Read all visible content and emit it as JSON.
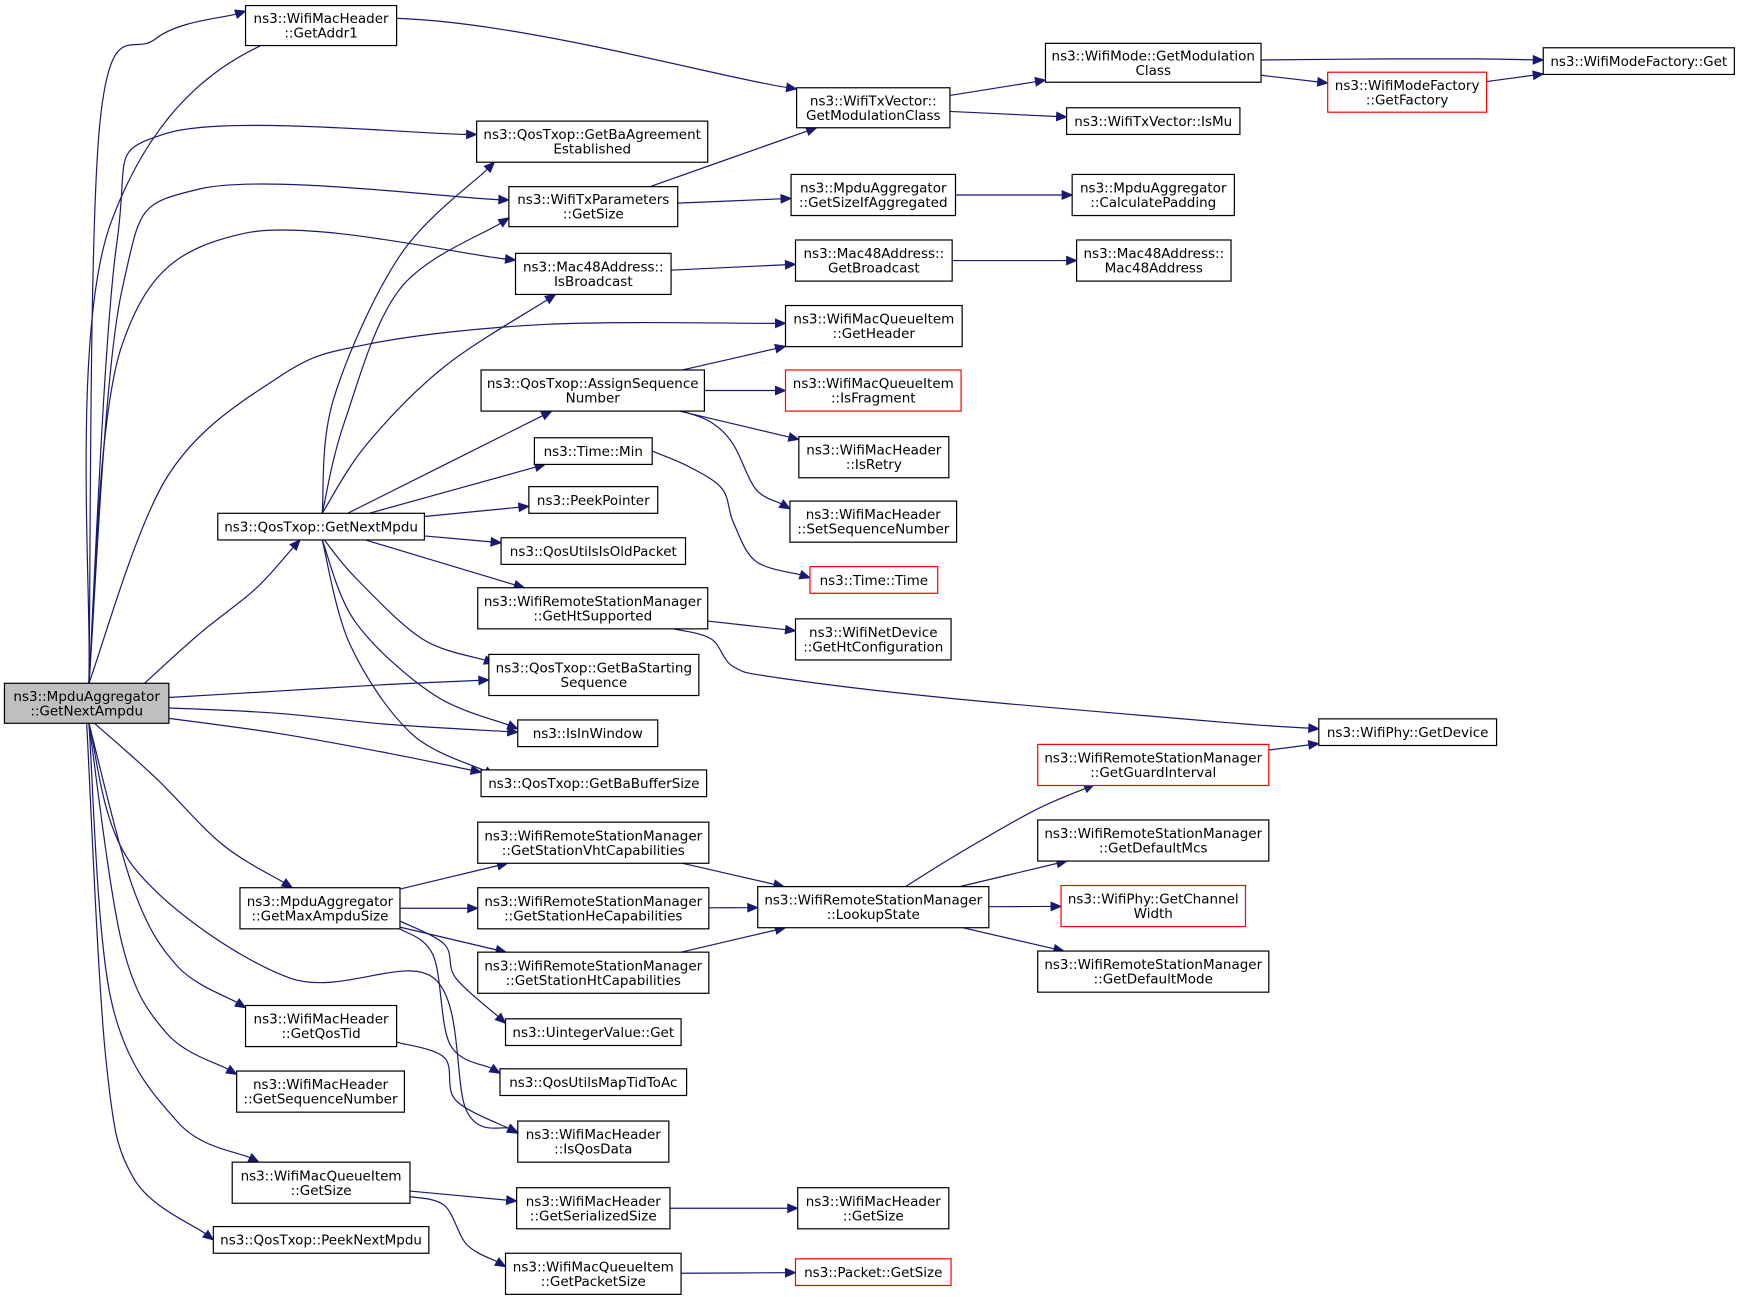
{
  "nodes": [
    {
      "id": "root",
      "lines": [
        "ns3::MpduAggregator",
        "::GetNextAmpdu"
      ],
      "root": true
    },
    {
      "id": "getAddr1",
      "lines": [
        "ns3::WifiMacHeader",
        "::GetAddr1"
      ]
    },
    {
      "id": "txvGetModClass",
      "lines": [
        "ns3::WifiTxVector::",
        "GetModulationClass"
      ]
    },
    {
      "id": "modeGetModClass",
      "lines": [
        "ns3::WifiMode::GetModulation",
        "Class"
      ]
    },
    {
      "id": "modeFactoryGet",
      "lines": [
        "ns3::WifiModeFactory::Get"
      ]
    },
    {
      "id": "modeFactoryGetFactory",
      "lines": [
        "ns3::WifiModeFactory",
        "::GetFactory"
      ],
      "truncated": true
    },
    {
      "id": "txvIsMu",
      "lines": [
        "ns3::WifiTxVector::IsMu"
      ]
    },
    {
      "id": "baAgreement",
      "lines": [
        "ns3::QosTxop::GetBaAgreement",
        "Established"
      ]
    },
    {
      "id": "txParamsGetSize",
      "lines": [
        "ns3::WifiTxParameters",
        "::GetSize"
      ]
    },
    {
      "id": "sizeIfAgg",
      "lines": [
        "ns3::MpduAggregator",
        "::GetSizeIfAggregated"
      ]
    },
    {
      "id": "calcPadding",
      "lines": [
        "ns3::MpduAggregator",
        "::CalculatePadding"
      ]
    },
    {
      "id": "isBroadcast",
      "lines": [
        "ns3::Mac48Address::",
        "IsBroadcast"
      ]
    },
    {
      "id": "getBroadcast",
      "lines": [
        "ns3::Mac48Address::",
        "GetBroadcast"
      ]
    },
    {
      "id": "mac48Ctor",
      "lines": [
        "ns3::Mac48Address::",
        "Mac48Address"
      ]
    },
    {
      "id": "qiGetHeader",
      "lines": [
        "ns3::WifiMacQueueItem",
        "::GetHeader"
      ]
    },
    {
      "id": "assignSeq",
      "lines": [
        "ns3::QosTxop::AssignSequence",
        "Number"
      ]
    },
    {
      "id": "isFragment",
      "lines": [
        "ns3::WifiMacQueueItem",
        "::IsFragment"
      ],
      "truncated": true
    },
    {
      "id": "isRetry",
      "lines": [
        "ns3::WifiMacHeader",
        "::IsRetry"
      ]
    },
    {
      "id": "setSeqNum",
      "lines": [
        "ns3::WifiMacHeader",
        "::SetSequenceNumber"
      ]
    },
    {
      "id": "timeMin",
      "lines": [
        "ns3::Time::Min"
      ]
    },
    {
      "id": "timeTime",
      "lines": [
        "ns3::Time::Time"
      ],
      "truncated": true
    },
    {
      "id": "getNextMpdu",
      "lines": [
        "ns3::QosTxop::GetNextMpdu"
      ]
    },
    {
      "id": "peekPointer",
      "lines": [
        "ns3::PeekPointer"
      ]
    },
    {
      "id": "isOldPacket",
      "lines": [
        "ns3::QosUtilsIsOldPacket"
      ]
    },
    {
      "id": "getHtSupported",
      "lines": [
        "ns3::WifiRemoteStationManager",
        "::GetHtSupported"
      ]
    },
    {
      "id": "getHtConfig",
      "lines": [
        "ns3::WifiNetDevice",
        "::GetHtConfiguration"
      ]
    },
    {
      "id": "baStartSeq",
      "lines": [
        "ns3::QosTxop::GetBaStarting",
        "Sequence"
      ]
    },
    {
      "id": "phyGetDevice",
      "lines": [
        "ns3::WifiPhy::GetDevice"
      ]
    },
    {
      "id": "isInWindow",
      "lines": [
        "ns3::IsInWindow"
      ]
    },
    {
      "id": "guardInterval",
      "lines": [
        "ns3::WifiRemoteStationManager",
        "::GetGuardInterval"
      ],
      "truncated": true
    },
    {
      "id": "baBufferSize",
      "lines": [
        "ns3::QosTxop::GetBaBufferSize"
      ]
    },
    {
      "id": "vhtCaps",
      "lines": [
        "ns3::WifiRemoteStationManager",
        "::GetStationVhtCapabilities"
      ]
    },
    {
      "id": "defaultMcs",
      "lines": [
        "ns3::WifiRemoteStationManager",
        "::GetDefaultMcs"
      ]
    },
    {
      "id": "maxAmpduSize",
      "lines": [
        "ns3::MpduAggregator",
        "::GetMaxAmpduSize"
      ]
    },
    {
      "id": "heCaps",
      "lines": [
        "ns3::WifiRemoteStationManager",
        "::GetStationHeCapabilities"
      ]
    },
    {
      "id": "lookupState",
      "lines": [
        "ns3::WifiRemoteStationManager",
        "::LookupState"
      ]
    },
    {
      "id": "channelWidth",
      "lines": [
        "ns3::WifiPhy::GetChannel",
        "Width"
      ],
      "truncated": true
    },
    {
      "id": "htCaps",
      "lines": [
        "ns3::WifiRemoteStationManager",
        "::GetStationHtCapabilities"
      ]
    },
    {
      "id": "defaultMode",
      "lines": [
        "ns3::WifiRemoteStationManager",
        "::GetDefaultMode"
      ]
    },
    {
      "id": "getQosTid",
      "lines": [
        "ns3::WifiMacHeader",
        "::GetQosTid"
      ]
    },
    {
      "id": "uintGet",
      "lines": [
        "ns3::UintegerValue::Get"
      ]
    },
    {
      "id": "mapTidToAc",
      "lines": [
        "ns3::QosUtilsMapTidToAc"
      ]
    },
    {
      "id": "getSeqNumber",
      "lines": [
        "ns3::WifiMacHeader",
        "::GetSequenceNumber"
      ]
    },
    {
      "id": "isQosData",
      "lines": [
        "ns3::WifiMacHeader",
        "::IsQosData"
      ]
    },
    {
      "id": "qiGetSize",
      "lines": [
        "ns3::WifiMacQueueItem",
        "::GetSize"
      ]
    },
    {
      "id": "serializedSize",
      "lines": [
        "ns3::WifiMacHeader",
        "::GetSerializedSize"
      ]
    },
    {
      "id": "hdrGetSize",
      "lines": [
        "ns3::WifiMacHeader",
        "::GetSize"
      ]
    },
    {
      "id": "peekNextMpdu",
      "lines": [
        "ns3::QosTxop::PeekNextMpdu"
      ]
    },
    {
      "id": "packetSize",
      "lines": [
        "ns3::WifiMacQueueItem",
        "::GetPacketSize"
      ]
    },
    {
      "id": "pktGetSize",
      "lines": [
        "ns3::Packet::GetSize"
      ],
      "truncated": true
    }
  ],
  "edges": [
    [
      "root",
      "getAddr1"
    ],
    [
      "root",
      "txvGetModClass"
    ],
    [
      "root",
      "baAgreement"
    ],
    [
      "root",
      "txParamsGetSize"
    ],
    [
      "root",
      "isBroadcast"
    ],
    [
      "root",
      "qiGetHeader"
    ],
    [
      "root",
      "getNextMpdu"
    ],
    [
      "root",
      "baStartSeq"
    ],
    [
      "root",
      "isInWindow"
    ],
    [
      "root",
      "baBufferSize"
    ],
    [
      "root",
      "maxAmpduSize"
    ],
    [
      "root",
      "getQosTid"
    ],
    [
      "root",
      "getSeqNumber"
    ],
    [
      "root",
      "isQosData"
    ],
    [
      "root",
      "qiGetSize"
    ],
    [
      "root",
      "peekNextMpdu"
    ],
    [
      "txvGetModClass",
      "modeGetModClass"
    ],
    [
      "txvGetModClass",
      "txvIsMu"
    ],
    [
      "modeGetModClass",
      "modeFactoryGet"
    ],
    [
      "modeGetModClass",
      "modeFactoryGetFactory"
    ],
    [
      "modeFactoryGetFactory",
      "modeFactoryGet"
    ],
    [
      "txParamsGetSize",
      "txvGetModClass"
    ],
    [
      "txParamsGetSize",
      "sizeIfAgg"
    ],
    [
      "sizeIfAgg",
      "calcPadding"
    ],
    [
      "isBroadcast",
      "getBroadcast"
    ],
    [
      "getBroadcast",
      "mac48Ctor"
    ],
    [
      "assignSeq",
      "qiGetHeader"
    ],
    [
      "assignSeq",
      "isFragment"
    ],
    [
      "assignSeq",
      "isRetry"
    ],
    [
      "assignSeq",
      "setSeqNum"
    ],
    [
      "timeMin",
      "timeTime"
    ],
    [
      "getNextMpdu",
      "baAgreement"
    ],
    [
      "getNextMpdu",
      "txParamsGetSize"
    ],
    [
      "getNextMpdu",
      "isBroadcast"
    ],
    [
      "getNextMpdu",
      "assignSeq"
    ],
    [
      "getNextMpdu",
      "timeMin"
    ],
    [
      "getNextMpdu",
      "peekPointer"
    ],
    [
      "getNextMpdu",
      "isOldPacket"
    ],
    [
      "getNextMpdu",
      "getHtSupported"
    ],
    [
      "getNextMpdu",
      "baStartSeq"
    ],
    [
      "getNextMpdu",
      "isInWindow"
    ],
    [
      "getNextMpdu",
      "baBufferSize"
    ],
    [
      "getHtSupported",
      "getHtConfig"
    ],
    [
      "getHtSupported",
      "phyGetDevice"
    ],
    [
      "guardInterval",
      "phyGetDevice"
    ],
    [
      "maxAmpduSize",
      "vhtCaps"
    ],
    [
      "maxAmpduSize",
      "heCaps"
    ],
    [
      "maxAmpduSize",
      "htCaps"
    ],
    [
      "maxAmpduSize",
      "uintGet"
    ],
    [
      "maxAmpduSize",
      "mapTidToAc"
    ],
    [
      "vhtCaps",
      "lookupState"
    ],
    [
      "heCaps",
      "lookupState"
    ],
    [
      "htCaps",
      "lookupState"
    ],
    [
      "lookupState",
      "guardInterval"
    ],
    [
      "lookupState",
      "defaultMcs"
    ],
    [
      "lookupState",
      "channelWidth"
    ],
    [
      "lookupState",
      "defaultMode"
    ],
    [
      "getQosTid",
      "isQosData"
    ],
    [
      "qiGetSize",
      "serializedSize"
    ],
    [
      "qiGetSize",
      "packetSize"
    ],
    [
      "serializedSize",
      "hdrGetSize"
    ],
    [
      "packetSize",
      "pktGetSize"
    ]
  ],
  "colors": {
    "edge": "#191970",
    "truncated_border": "#ff0000",
    "root_fill": "#bfbfbf",
    "node_border": "#000000"
  }
}
